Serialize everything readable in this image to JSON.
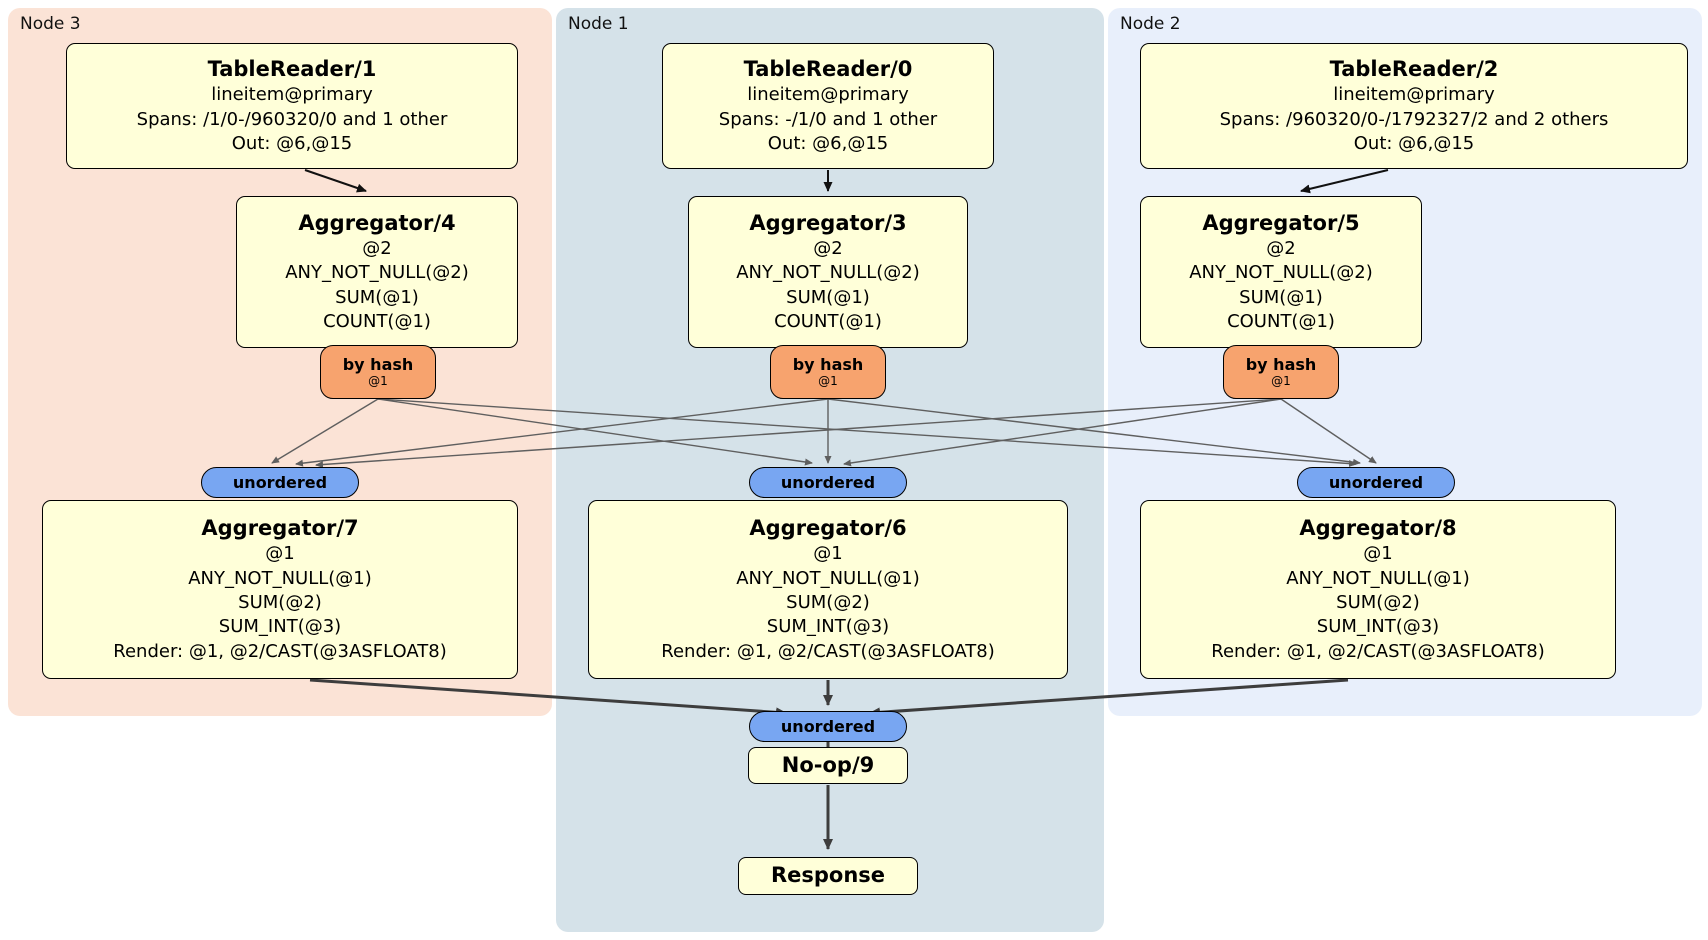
{
  "colors": {
    "box_fill": "#ffffd9",
    "panel_node3_bg": "#fbe3d6",
    "panel_node1_bg": "#d5e2e9",
    "panel_node2_bg": "#e8effb",
    "hash_badge_bg": "#f7a36e",
    "unordered_badge_bg": "#78a6f2",
    "edge_thin": "#5f5f5f",
    "edge_thick": "#3d3d3d",
    "arrow_black": "#111111"
  },
  "panels": {
    "node3": {
      "label": "Node 3"
    },
    "node1": {
      "label": "Node 1"
    },
    "node2": {
      "label": "Node 2"
    }
  },
  "badges": {
    "by_hash": {
      "label": "by hash",
      "sublabel": "@1"
    },
    "unordered": {
      "label": "unordered"
    }
  },
  "nodes": {
    "tablereader1": {
      "title": "TableReader/1",
      "lines": [
        "lineitem@primary",
        "Spans: /1/0-/960320/0 and 1 other",
        "Out: @6,@15"
      ]
    },
    "tablereader0": {
      "title": "TableReader/0",
      "lines": [
        "lineitem@primary",
        "Spans: -/1/0 and 1 other",
        "Out: @6,@15"
      ]
    },
    "tablereader2": {
      "title": "TableReader/2",
      "lines": [
        "lineitem@primary",
        "Spans: /960320/0-/1792327/2 and 2 others",
        "Out: @6,@15"
      ]
    },
    "aggregator4": {
      "title": "Aggregator/4",
      "lines": [
        "@2",
        "ANY_NOT_NULL(@2)",
        "SUM(@1)",
        "COUNT(@1)"
      ]
    },
    "aggregator3": {
      "title": "Aggregator/3",
      "lines": [
        "@2",
        "ANY_NOT_NULL(@2)",
        "SUM(@1)",
        "COUNT(@1)"
      ]
    },
    "aggregator5": {
      "title": "Aggregator/5",
      "lines": [
        "@2",
        "ANY_NOT_NULL(@2)",
        "SUM(@1)",
        "COUNT(@1)"
      ]
    },
    "aggregator7": {
      "title": "Aggregator/7",
      "lines": [
        "@1",
        "ANY_NOT_NULL(@1)",
        "SUM(@2)",
        "SUM_INT(@3)",
        "Render: @1, @2/CAST(@3ASFLOAT8)"
      ]
    },
    "aggregator6": {
      "title": "Aggregator/6",
      "lines": [
        "@1",
        "ANY_NOT_NULL(@1)",
        "SUM(@2)",
        "SUM_INT(@3)",
        "Render: @1, @2/CAST(@3ASFLOAT8)"
      ]
    },
    "aggregator8": {
      "title": "Aggregator/8",
      "lines": [
        "@1",
        "ANY_NOT_NULL(@1)",
        "SUM(@2)",
        "SUM_INT(@3)",
        "Render: @1, @2/CAST(@3ASFLOAT8)"
      ]
    },
    "noop9": {
      "title": "No-op/9"
    },
    "response": {
      "title": "Response"
    }
  }
}
